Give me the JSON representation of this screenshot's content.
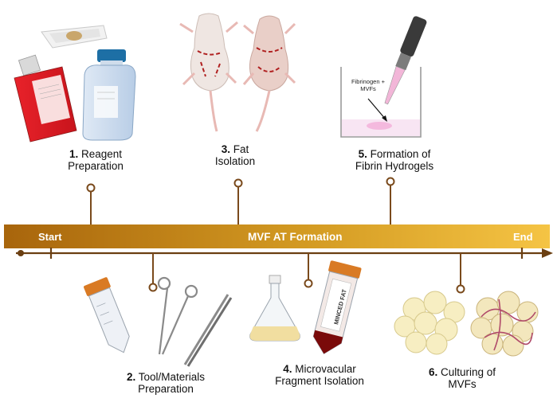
{
  "timeline": {
    "title": "MVF AT Formation",
    "start_label": "Start",
    "end_label": "End"
  },
  "steps": [
    {
      "number": "1.",
      "line1": "Reagent",
      "line2": "Preparation"
    },
    {
      "number": "2.",
      "line1": "Tool/Materials",
      "line2": "Preparation"
    },
    {
      "number": "3.",
      "line1": "Fat",
      "line2": "Isolation"
    },
    {
      "number": "4.",
      "line1": "Microvacular",
      "line2": "Fragment Isolation"
    },
    {
      "number": "5.",
      "line1": "Formation of",
      "line2": "Fibrin Hydrogels"
    },
    {
      "number": "6.",
      "line1": "Culturing of",
      "line2": "MVFs"
    }
  ],
  "annotations": {
    "fibrinogen_label_line1": "Fibrinogen +",
    "fibrinogen_label_line2": "MVFs",
    "minced_fat_label": "MINCED FAT"
  },
  "colors": {
    "bar_start": "#a8650c",
    "bar_end": "#f5c444",
    "connector": "#7a4a1c",
    "arrow": "#6b3f12"
  }
}
